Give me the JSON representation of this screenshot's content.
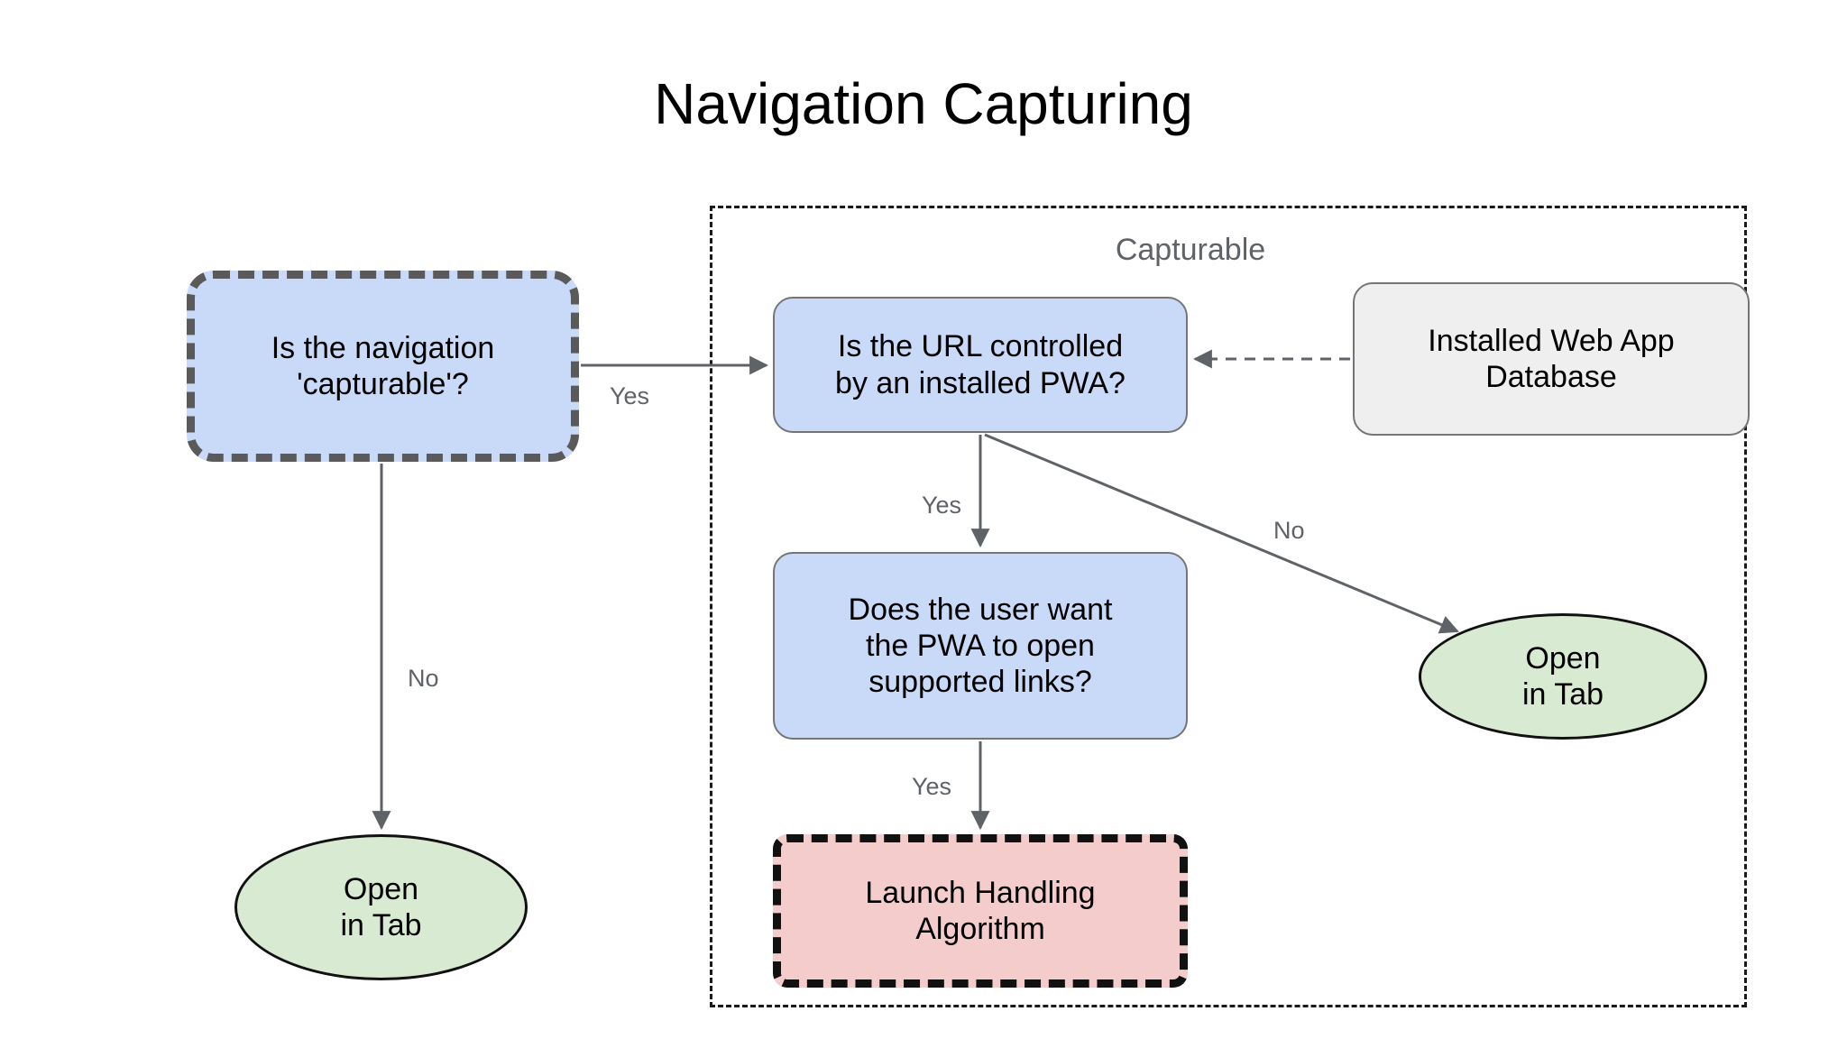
{
  "title": "Navigation Capturing",
  "group": {
    "label": "Capturable"
  },
  "nodes": {
    "capturable": {
      "label": "Is the navigation\n'capturable'?",
      "fill": "#c9daf8",
      "stroke": "#5a5a5a",
      "shape": "rounded-rect-dashed"
    },
    "url_controlled": {
      "label": "Is the URL controlled\nby an installed PWA?",
      "fill": "#c9daf8",
      "stroke": "#757575",
      "shape": "rounded-rect"
    },
    "database": {
      "label": "Installed Web App\nDatabase",
      "fill": "#efefef",
      "stroke": "#757575",
      "shape": "rounded-rect"
    },
    "user_want": {
      "label": "Does the user want\nthe PWA to open\nsupported links?",
      "fill": "#c9daf8",
      "stroke": "#757575",
      "shape": "rounded-rect"
    },
    "launch_handling": {
      "label": "Launch Handling\nAlgorithm",
      "fill": "#f4cccc",
      "stroke": "#111111",
      "shape": "rounded-rect-dashed"
    },
    "open_in_tab_left": {
      "label": "Open\nin Tab",
      "fill": "#d9ead3",
      "stroke": "#111111",
      "shape": "ellipse"
    },
    "open_in_tab_right": {
      "label": "Open\nin Tab",
      "fill": "#d9ead3",
      "stroke": "#111111",
      "shape": "ellipse"
    }
  },
  "edges": [
    {
      "id": "yes-1",
      "from": "capturable",
      "to": "url_controlled",
      "label": "Yes",
      "style": "solid"
    },
    {
      "id": "no-1",
      "from": "capturable",
      "to": "open_in_tab_left",
      "label": "No",
      "style": "solid"
    },
    {
      "id": "yes-2",
      "from": "url_controlled",
      "to": "user_want",
      "label": "Yes",
      "style": "solid"
    },
    {
      "id": "no-2",
      "from": "url_controlled",
      "to": "open_in_tab_right",
      "label": "No",
      "style": "solid"
    },
    {
      "id": "yes-3",
      "from": "user_want",
      "to": "launch_handling",
      "label": "Yes",
      "style": "solid"
    },
    {
      "id": "db-link",
      "from": "database",
      "to": "url_controlled",
      "label": "",
      "style": "dashed"
    }
  ],
  "colors": {
    "blue": "#c9daf8",
    "gray": "#efefef",
    "pink": "#f4cccc",
    "green": "#d9ead3",
    "edge": "#5f6368",
    "group_border": "#1a1a1a",
    "background": "#ffffff"
  }
}
